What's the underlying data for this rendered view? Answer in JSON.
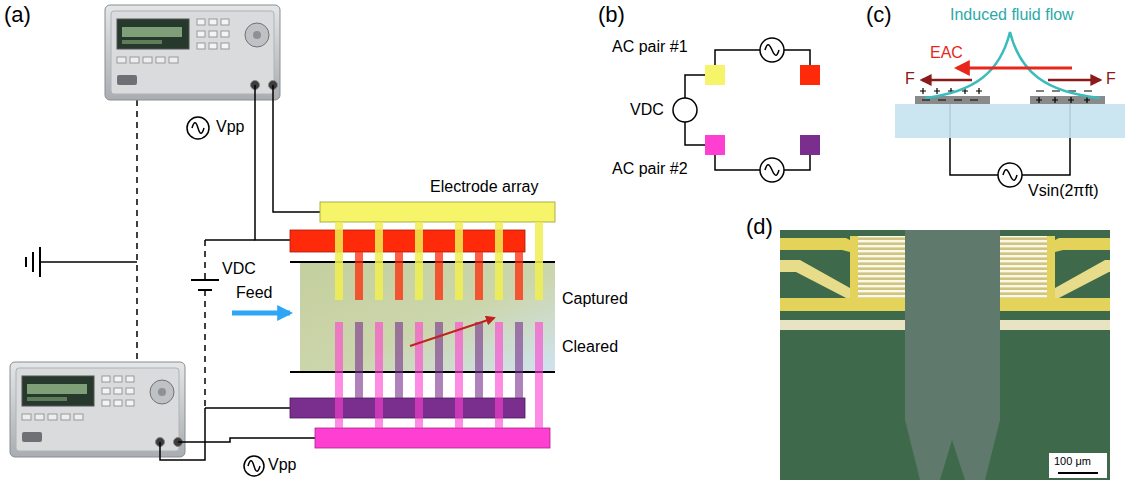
{
  "diagram": {
    "labels": [
      "(a)",
      "Vpp",
      "Electrode array",
      "Feed",
      "VDC",
      "Captured",
      "Cleared",
      "Vpp",
      "(b)",
      "AC pair #1",
      "VDC",
      "AC pair #2",
      "(c)",
      "Induced fluid flow",
      "EAC",
      "F",
      "F",
      "Vsin(2πft)",
      "(d)",
      "100 μm"
    ]
  }
}
